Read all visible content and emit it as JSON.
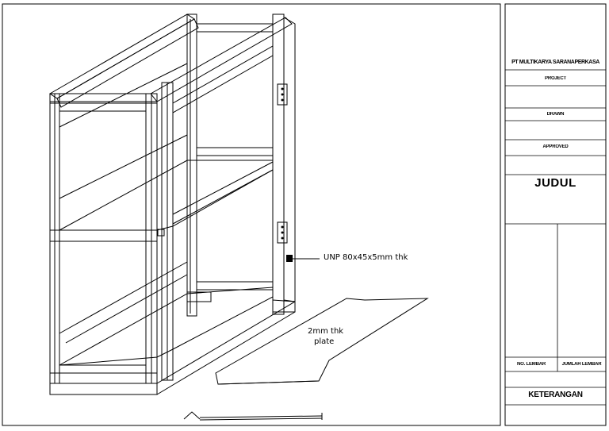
{
  "title_block": {
    "company": "PT MULTIKARYA SARANAPERKASA",
    "project_label": "PROJECT",
    "drawn_label": "DRAWN",
    "approved_label": "APPROVED",
    "title_label": "JUDUL",
    "drawing_no_label": "NO. LEMBAR",
    "sheet_count_label": "JUMLAH LEMBAR",
    "remarks_label": "KETERANGAN"
  },
  "annotations": {
    "unp_label": "UNP 80x45x5mm thk",
    "plate_line1": "2mm thk",
    "plate_line2": "plate"
  }
}
